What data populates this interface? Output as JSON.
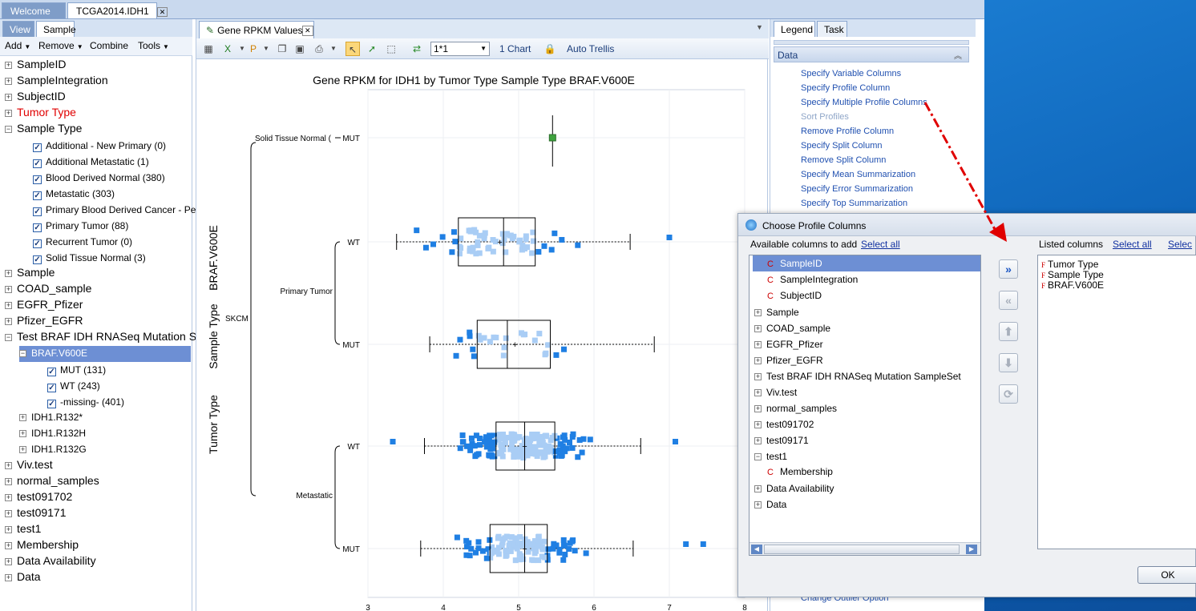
{
  "doc_tabs": [
    {
      "label": "Welcome"
    },
    {
      "label": "TCGA2014.IDH1"
    }
  ],
  "left": {
    "tabs": [
      {
        "label": "View"
      },
      {
        "label": "Sample"
      }
    ],
    "menu": [
      {
        "label": "Add"
      },
      {
        "label": "Remove"
      },
      {
        "label": "Combine"
      },
      {
        "label": "Tools"
      }
    ],
    "tree": [
      {
        "label": "SampleID"
      },
      {
        "label": "SampleIntegration"
      },
      {
        "label": "SubjectID"
      },
      {
        "label": "Tumor Type"
      },
      {
        "label": "Sample Type"
      },
      {
        "label": "Additional - New Primary (0)"
      },
      {
        "label": "Additional Metastatic (1)"
      },
      {
        "label": "Blood Derived Normal (380)"
      },
      {
        "label": "Metastatic (303)"
      },
      {
        "label": "Primary Blood Derived Cancer - Periph"
      },
      {
        "label": "Primary Tumor (88)"
      },
      {
        "label": "Recurrent Tumor (0)"
      },
      {
        "label": "Solid Tissue Normal (3)"
      },
      {
        "label": "Sample"
      },
      {
        "label": "COAD_sample"
      },
      {
        "label": "EGFR_Pfizer"
      },
      {
        "label": "Pfizer_EGFR"
      },
      {
        "label": "Test BRAF IDH RNASeq Mutation S"
      },
      {
        "label": "BRAF.V600E"
      },
      {
        "label": "MUT (131)"
      },
      {
        "label": "WT (243)"
      },
      {
        "label": "-missing- (401)"
      },
      {
        "label": "IDH1.R132*"
      },
      {
        "label": "IDH1.R132H"
      },
      {
        "label": "IDH1.R132G"
      },
      {
        "label": "Viv.test"
      },
      {
        "label": "normal_samples"
      },
      {
        "label": "test091702"
      },
      {
        "label": "test09171"
      },
      {
        "label": "test1"
      },
      {
        "label": "Membership"
      },
      {
        "label": "Data Availability"
      },
      {
        "label": "Data"
      }
    ]
  },
  "center": {
    "tab_label": "Gene RPKM Values",
    "toolbar": {
      "trellis_value": "1*1",
      "chart_count": "1 Chart",
      "auto_trellis": "Auto Trellis"
    }
  },
  "chart_data": {
    "type": "box",
    "title": "Gene RPKM for IDH1 by Tumor Type    Sample Type    BRAF.V600E",
    "axis_labels": [
      "Tumor Type",
      "Sample Type",
      "BRAF.V600E"
    ],
    "tumor_type": "SKCM",
    "xlim": [
      3,
      8
    ],
    "xticks": [
      "3",
      "4",
      "5",
      "6",
      "7",
      "8"
    ],
    "groups": [
      {
        "sample_type": "Solid Tissue Normal (",
        "mutation": "MUT",
        "q1": 5.45,
        "median": 5.45,
        "q3": 5.45,
        "whisker_low": 5.45,
        "whisker_high": 5.45,
        "mean": 5.45,
        "count": 1
      },
      {
        "sample_type": "Primary Tumor",
        "mutation": "WT",
        "q1": 4.2,
        "median": 4.8,
        "q3": 5.22,
        "whisker_low": 3.38,
        "whisker_high": 6.48,
        "mean": 4.75,
        "count": 60,
        "outliers": [
          7.0
        ]
      },
      {
        "sample_type": "",
        "mutation": "MUT",
        "q1": 4.45,
        "median": 4.85,
        "q3": 5.42,
        "whisker_low": 3.82,
        "whisker_high": 6.8,
        "mean": 4.95,
        "count": 25
      },
      {
        "sample_type": "Metastatic",
        "mutation": "WT",
        "q1": 4.7,
        "median": 5.08,
        "q3": 5.48,
        "whisker_low": 3.75,
        "whisker_high": 6.62,
        "mean": 5.08,
        "count": 180,
        "outliers": [
          3.33,
          7.08
        ]
      },
      {
        "sample_type": "",
        "mutation": "MUT",
        "q1": 4.62,
        "median": 5.08,
        "q3": 5.38,
        "whisker_low": 3.7,
        "whisker_high": 6.52,
        "mean": 5.08,
        "count": 100,
        "outliers": [
          7.22,
          7.45
        ]
      }
    ]
  },
  "right": {
    "tabs": [
      {
        "label": "Legend"
      },
      {
        "label": "Task"
      }
    ],
    "section_title": "Data",
    "links": [
      {
        "label": "Specify Variable Columns"
      },
      {
        "label": "Specify Profile Column"
      },
      {
        "label": "Specify Multiple Profile Columns"
      },
      {
        "label": "Sort Profiles"
      },
      {
        "label": "Remove Profile Column"
      },
      {
        "label": "Specify Split Column"
      },
      {
        "label": "Remove Split Column"
      },
      {
        "label": "Specify Mean Summarization"
      },
      {
        "label": "Specify Error Summarization"
      },
      {
        "label": "Specify Top Summarization"
      }
    ],
    "bottom_link": "Change Outlier Option"
  },
  "dialog": {
    "title": "Choose Profile Columns",
    "available_label": "Available columns to add",
    "select_all": "Select all",
    "listed_label": "Listed columns",
    "listed_select_all": "Select all",
    "listed_select_none": "Selec",
    "available": [
      {
        "label": "SampleID"
      },
      {
        "label": "SampleIntegration"
      },
      {
        "label": "SubjectID"
      },
      {
        "label": "Sample"
      },
      {
        "label": "COAD_sample"
      },
      {
        "label": "EGFR_Pfizer"
      },
      {
        "label": "Pfizer_EGFR"
      },
      {
        "label": "Test BRAF IDH RNASeq Mutation SampleSet"
      },
      {
        "label": "Viv.test"
      },
      {
        "label": "normal_samples"
      },
      {
        "label": "test091702"
      },
      {
        "label": "test09171"
      },
      {
        "label": "test1"
      },
      {
        "label": "Membership"
      },
      {
        "label": "Data Availability"
      },
      {
        "label": "Data"
      }
    ],
    "listed": [
      {
        "label": "Tumor Type"
      },
      {
        "label": "Sample Type"
      },
      {
        "label": "BRAF.V600E"
      }
    ],
    "ok_label": "OK"
  }
}
